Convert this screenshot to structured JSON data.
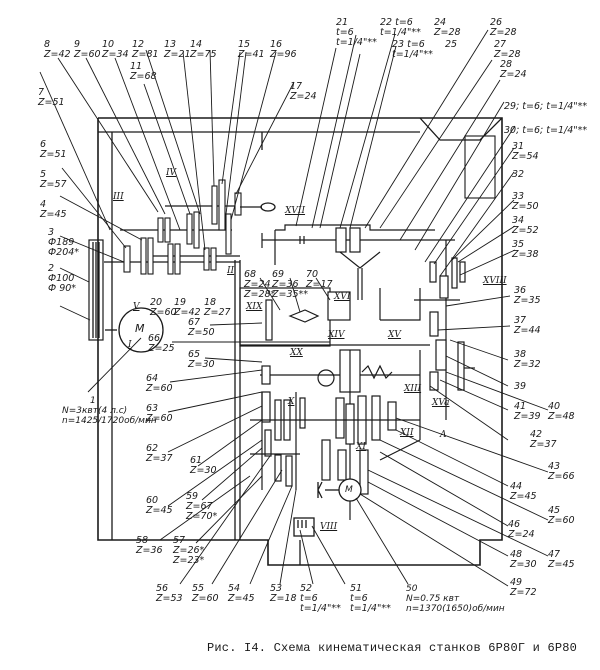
{
  "caption": "Рис. I4. Схема кинематическая станков 6Р80Г и 6Р80",
  "ink_color": "#1a1a1a",
  "background": "#ffffff",
  "motor_main": {
    "symbol": "M",
    "ref": "1",
    "power": "N=3квт(4 л.с)",
    "speed": "n=1425/1720об/мин"
  },
  "motor_feed": {
    "symbol": "M",
    "ref": "50",
    "power": "N=0.75 квт",
    "speed": "n=1370(1650)об/мин"
  },
  "labels": [
    {
      "id": "2",
      "num": "2",
      "lines": [
        "Ф100",
        "Ф 90*"
      ]
    },
    {
      "id": "3",
      "num": "3",
      "lines": [
        "Ф189",
        "Ф204*"
      ]
    },
    {
      "id": "4",
      "num": "4",
      "lines": [
        "Z=45"
      ]
    },
    {
      "id": "5",
      "num": "5",
      "lines": [
        "Z=57"
      ]
    },
    {
      "id": "6",
      "num": "6",
      "lines": [
        "Z=51"
      ]
    },
    {
      "id": "7",
      "num": "7",
      "lines": [
        "Z=51"
      ]
    },
    {
      "id": "8",
      "num": "8",
      "lines": [
        "Z=42"
      ]
    },
    {
      "id": "9",
      "num": "9",
      "lines": [
        "Z=60"
      ]
    },
    {
      "id": "10",
      "num": "10",
      "lines": [
        "Z=34"
      ]
    },
    {
      "id": "11",
      "num": "11",
      "lines": [
        "Z=68"
      ]
    },
    {
      "id": "12",
      "num": "12",
      "lines": [
        "Z=81"
      ]
    },
    {
      "id": "13",
      "num": "13",
      "lines": [
        "Z=21"
      ]
    },
    {
      "id": "14",
      "num": "14",
      "lines": [
        "Z=75"
      ]
    },
    {
      "id": "15",
      "num": "15",
      "lines": [
        "Z=41"
      ]
    },
    {
      "id": "16",
      "num": "16",
      "lines": [
        "Z=96"
      ]
    },
    {
      "id": "17",
      "num": "17",
      "lines": [
        "Z=24"
      ]
    },
    {
      "id": "18",
      "num": "18",
      "lines": [
        "Z=27"
      ]
    },
    {
      "id": "19",
      "num": "19",
      "lines": [
        "Z=42"
      ]
    },
    {
      "id": "20",
      "num": "20",
      "lines": [
        "Z=60"
      ]
    },
    {
      "id": "21",
      "num": "21",
      "lines": [
        "t=6",
        "t=1/4\"**"
      ]
    },
    {
      "id": "22",
      "num": "22 t=6",
      "lines": [
        "t=1/4\"**"
      ]
    },
    {
      "id": "23",
      "num": "23 t=6",
      "lines": [
        "t=1/4\"**"
      ]
    },
    {
      "id": "24",
      "num": "24",
      "lines": [
        "Z=28"
      ]
    },
    {
      "id": "25",
      "num": "25",
      "lines": []
    },
    {
      "id": "26",
      "num": "26",
      "lines": [
        "Z=28"
      ]
    },
    {
      "id": "27",
      "num": "27",
      "lines": [
        "Z=28"
      ]
    },
    {
      "id": "28",
      "num": "28",
      "lines": [
        "Z=24"
      ]
    },
    {
      "id": "29",
      "num": "29; t=6; t=1/4\"**",
      "lines": []
    },
    {
      "id": "30",
      "num": "30; t=6; t=1/4\"**",
      "lines": []
    },
    {
      "id": "31",
      "num": "31",
      "lines": [
        "Z=54"
      ]
    },
    {
      "id": "32",
      "num": "32",
      "lines": []
    },
    {
      "id": "33",
      "num": "33",
      "lines": [
        "Z=50"
      ]
    },
    {
      "id": "34",
      "num": "34",
      "lines": [
        "Z=52"
      ]
    },
    {
      "id": "35",
      "num": "35",
      "lines": [
        "Z=38"
      ]
    },
    {
      "id": "36",
      "num": "36",
      "lines": [
        "Z=35"
      ]
    },
    {
      "id": "37",
      "num": "37",
      "lines": [
        "Z=44"
      ]
    },
    {
      "id": "38",
      "num": "38",
      "lines": [
        "Z=32"
      ]
    },
    {
      "id": "39",
      "num": "39",
      "lines": []
    },
    {
      "id": "40",
      "num": "40",
      "lines": [
        "Z=48"
      ]
    },
    {
      "id": "41",
      "num": "41",
      "lines": [
        "Z=39"
      ]
    },
    {
      "id": "42",
      "num": "42",
      "lines": [
        "Z=37"
      ]
    },
    {
      "id": "43",
      "num": "43",
      "lines": [
        "Z=66"
      ]
    },
    {
      "id": "44",
      "num": "44",
      "lines": [
        "Z=45"
      ]
    },
    {
      "id": "45",
      "num": "45",
      "lines": [
        "Z=60"
      ]
    },
    {
      "id": "46",
      "num": "46",
      "lines": [
        "Z=24"
      ]
    },
    {
      "id": "47",
      "num": "47",
      "lines": [
        "Z=45"
      ]
    },
    {
      "id": "48",
      "num": "48",
      "lines": [
        "Z=30"
      ]
    },
    {
      "id": "49",
      "num": "49",
      "lines": [
        "Z=72"
      ]
    },
    {
      "id": "51",
      "num": "51",
      "lines": [
        "t=6",
        "t=1/4\"**"
      ]
    },
    {
      "id": "52",
      "num": "52",
      "lines": [
        "t=6",
        "t=1/4\"**"
      ]
    },
    {
      "id": "53",
      "num": "53",
      "lines": [
        "Z=18"
      ]
    },
    {
      "id": "54",
      "num": "54",
      "lines": [
        "Z=45"
      ]
    },
    {
      "id": "55",
      "num": "55",
      "lines": [
        "Z=60"
      ]
    },
    {
      "id": "56",
      "num": "56",
      "lines": [
        "Z=53"
      ]
    },
    {
      "id": "57",
      "num": "57",
      "lines": [
        "Z=26*",
        "Z=23*"
      ]
    },
    {
      "id": "58",
      "num": "58",
      "lines": [
        "Z=36"
      ]
    },
    {
      "id": "59",
      "num": "59",
      "lines": [
        "Z=67",
        "Z=70*"
      ]
    },
    {
      "id": "60",
      "num": "60",
      "lines": [
        "Z=45"
      ]
    },
    {
      "id": "61",
      "num": "61",
      "lines": [
        "Z=30"
      ]
    },
    {
      "id": "62",
      "num": "62",
      "lines": [
        "Z=37"
      ]
    },
    {
      "id": "63",
      "num": "63",
      "lines": [
        "Z=60"
      ]
    },
    {
      "id": "64",
      "num": "64",
      "lines": [
        "Z=60"
      ]
    },
    {
      "id": "65",
      "num": "65",
      "lines": [
        "Z=30"
      ]
    },
    {
      "id": "66",
      "num": "66",
      "lines": [
        "Z=25"
      ]
    },
    {
      "id": "67",
      "num": "67",
      "lines": [
        "Z=50"
      ]
    },
    {
      "id": "68",
      "num": "68",
      "lines": [
        "Z=24",
        "Z=28*"
      ]
    },
    {
      "id": "69",
      "num": "69",
      "lines": [
        "Z=36",
        "Z=35**"
      ]
    },
    {
      "id": "70",
      "num": "70",
      "lines": [
        "Z=17"
      ]
    }
  ],
  "shafts": [
    "I",
    "II",
    "III",
    "IV",
    "V",
    "VIII",
    "X",
    "XI",
    "XII",
    "XIII",
    "XIV",
    "XV",
    "XVI",
    "XVII",
    "XVIII",
    "XIX",
    "XX",
    "XVa"
  ],
  "markers": {
    "section_a": "A"
  }
}
